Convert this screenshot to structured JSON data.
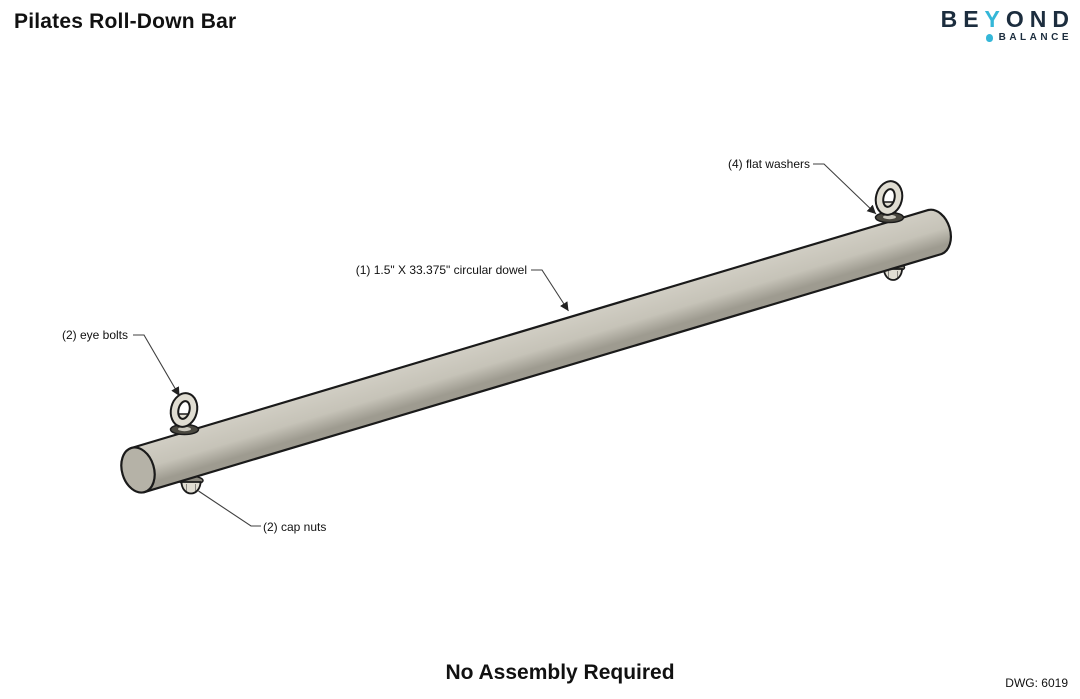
{
  "header": {
    "title": "Pilates Roll-Down Bar"
  },
  "logo": {
    "word_start": "BE",
    "word_accent": "Y",
    "word_end": "OND",
    "subtitle": "BALANCE"
  },
  "diagram": {
    "product": "Pilates Roll-Down Bar",
    "labels": {
      "flat_washers": "(4) flat washers",
      "dowel": "(1) 1.5\" X 33.375\" circular dowel",
      "eye_bolts": "(2) eye bolts",
      "cap_nuts": "(2) cap nuts"
    }
  },
  "footer": {
    "note": "No Assembly Required",
    "drawing_number": "DWG: 6019"
  },
  "theme": {
    "accent": "#35b7d8",
    "ink": "#1c2d3e",
    "text": "#111111",
    "outline": "#1a1a1a",
    "bar_light": "#d1cec4",
    "bar_mid": "#c6c3b8",
    "bar_dark": "#9e9b90",
    "end_cap": "#b5b2a7",
    "hardware": "#e0ddd2",
    "washer_dark": "#4a4840",
    "washer_mid": "#8b887e",
    "leader": "#3f3f3f",
    "paper": "#ffffff"
  }
}
